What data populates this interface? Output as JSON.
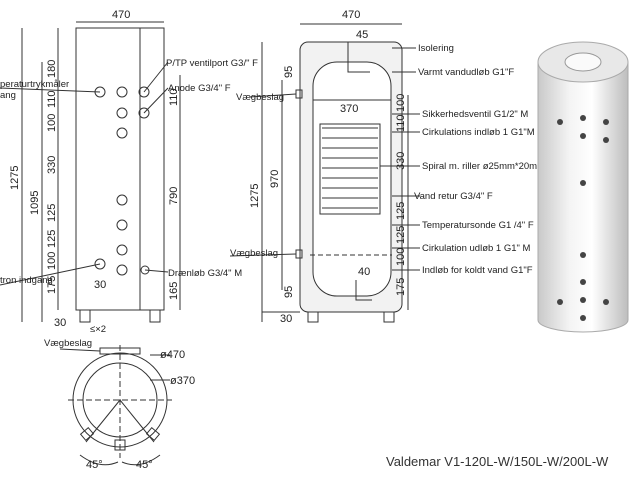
{
  "front_view": {
    "width_dim": "470",
    "left_labels": [
      "peraturtrykmåler",
      "ang",
      "tron indgang"
    ],
    "right_labels": [
      "P/TP ventilport G3/\" F",
      "Anode G3/4\" F",
      "Drænløb G3/4\" M"
    ],
    "vdims_outer": [
      "1275",
      "1095"
    ],
    "vdims_inner": [
      "180",
      "110",
      "100",
      "330",
      "125",
      "125",
      "100",
      "175"
    ],
    "vdims_right": [
      "110",
      "790",
      "165"
    ],
    "bottom_dims": [
      "30",
      "30"
    ]
  },
  "section_view": {
    "width_dim": "470",
    "top_dim": "45",
    "inner_dim": "370",
    "dim_95_top": "95",
    "dim_95_bottom": "95",
    "dim_970": "970",
    "dim_1275": "1275",
    "dim_40": "40",
    "dim_30": "30",
    "bracket_top": "Vægbeslag",
    "bracket_bottom": "Vægbeslag",
    "right_labels": [
      "Isolering",
      "Varmt vandudløb G1\"F",
      "Sikkerhedsventil G1/2\" M",
      "Cirkulations indløb 1 G1\"M",
      "Spiral m. riller ø25mm*20m",
      "Vand retur G3/4\" F",
      "Temperatursonde G1 /4\" F",
      "Cirkulation udløb 1 G1\" M",
      "Indløb for koldt vand G1\"F"
    ],
    "right_dims": [
      "110",
      "100",
      "330",
      "125",
      "125",
      "100",
      "175"
    ]
  },
  "top_view": {
    "bracket_label": "Vægbeslag",
    "bracket_dim": "≤×2",
    "outer_diameter": "ø470",
    "inner_diameter": "ø370",
    "angle_left": "45°",
    "angle_right": "45°"
  },
  "caption": "Valdemar V1-120L-W/150L-W/200L-W"
}
